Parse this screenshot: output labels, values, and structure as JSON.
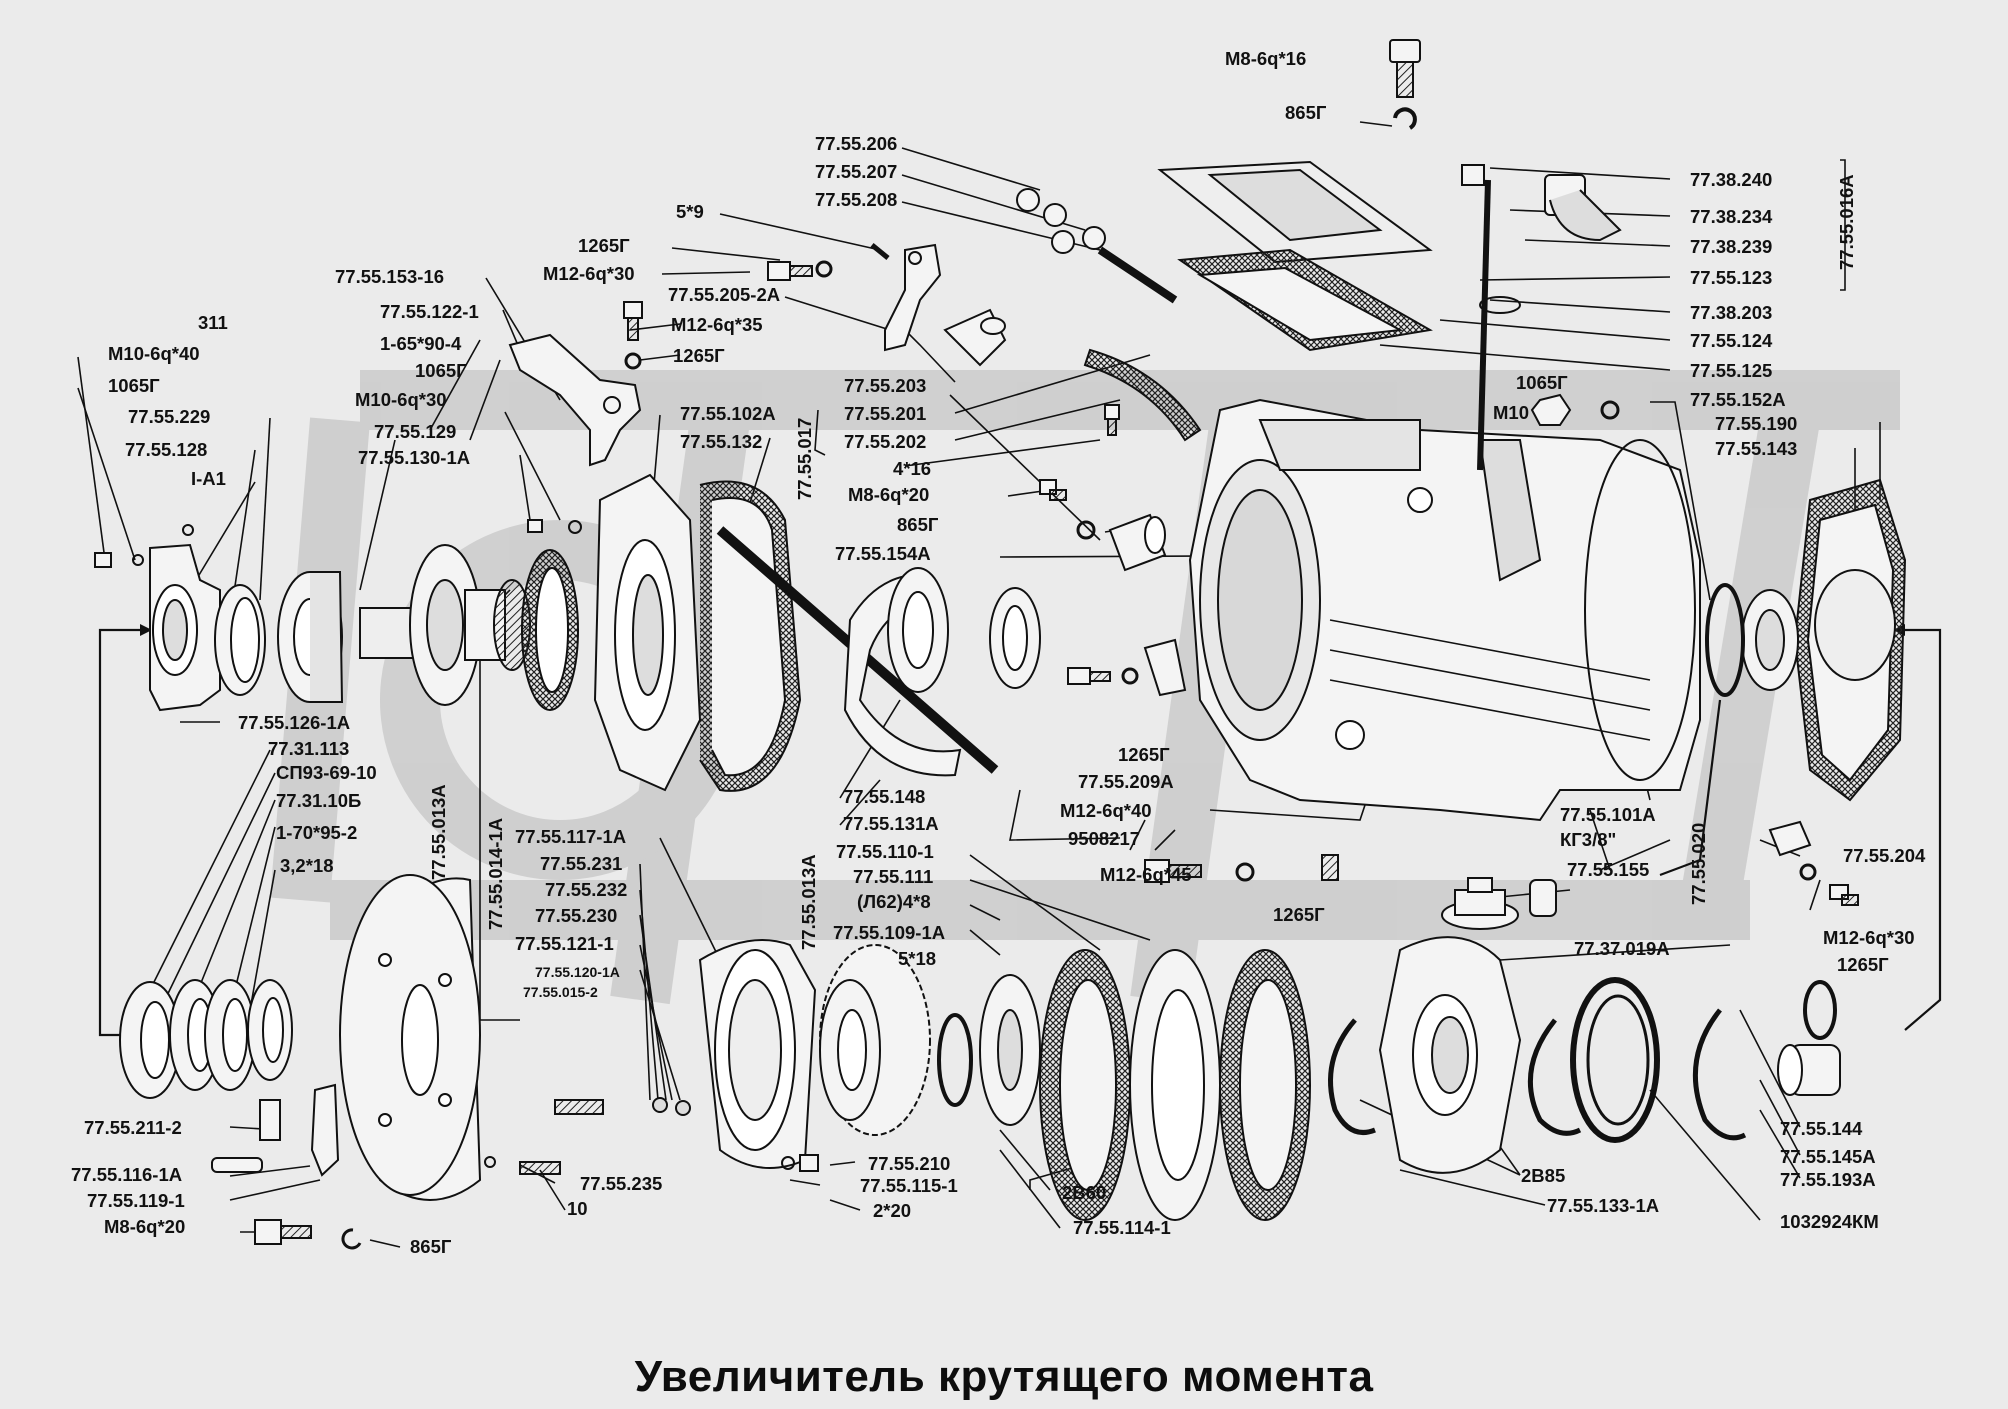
{
  "title": "Увеличитель крутящего момента",
  "labels": {
    "m8_16": "М8-6q*16",
    "p865g_top": "865Г",
    "p206": "77.55.206",
    "p207": "77.55.207",
    "p208": "77.55.208",
    "s5x9": "5*9",
    "p1265g_a": "1265Г",
    "m12_30a": "М12-6q*30",
    "p205_2a": "77.55.205-2А",
    "m12_35": "М12-6q*35",
    "p1265g_b": "1265Г",
    "p203": "77.55.203",
    "p201": "77.55.201",
    "p202": "77.55.202",
    "s4x16": "4*16",
    "m8_20a": "М8-6q*20",
    "p865g_b": "865Г",
    "p154a": "77.55.154А",
    "p153_16": "77.55.153-16",
    "p122_1": "77.55.122-1",
    "n311": "311",
    "m10_40": "М10-6q*40",
    "p1065g_a": "1065Г",
    "p229": "77.55.229",
    "p128": "77.55.128",
    "ia1": "I-А1",
    "s1_65": "1-65*90-4",
    "p1065g_b": "1065Г",
    "m10_30": "М10-6q*30",
    "p129": "77.55.129",
    "p130_1a": "77.55.130-1А",
    "p102a": "77.55.102А",
    "p132": "77.55.132",
    "p017": "77.55.017",
    "p38_240": "77.38.240",
    "p38_234": "77.38.234",
    "p38_239": "77.38.239",
    "p123": "77.55.123",
    "p38_203": "77.38.203",
    "p124": "77.55.124",
    "p125": "77.55.125",
    "p016a": "77.55.016А",
    "p1065g_c": "1065Г",
    "m10": "М10",
    "p152a": "77.55.152А",
    "p190": "77.55.190",
    "p143": "77.55.143",
    "p126_1a": "77.55.126-1А",
    "p31_113": "77.31.113",
    "sp93": "СП93-69-10",
    "p31_10b": "77.31.10Б",
    "s1_70": "1-70*95-2",
    "s3_2": "3,2*18",
    "p013a_a": "77.55.013А",
    "p014_1a": "77.55.014-1А",
    "p117_1a": "77.55.117-1А",
    "p231": "77.55.231",
    "p232": "77.55.232",
    "p230": "77.55.230",
    "p121_1": "77.55.121-1",
    "p120_1a": "77.55.120-1А",
    "p015_2": "77.55.015-2",
    "p148": "77.55.148",
    "p131a": "77.55.131А",
    "p013a_b": "77.55.013А",
    "p110_1": "77.55.110-1",
    "p111": "77.55.111",
    "l62": "(Л62)4*8",
    "p109_1a": "77.55.109-1А",
    "s5x18": "5*18",
    "p1265g_c": "1265Г",
    "p209a": "77.55.209А",
    "m12_40": "М12-6q*40",
    "n9508217": "9508217",
    "m12_45": "М12-6q*45",
    "p1265g_d": "1265Г",
    "p101a": "77.55.101А",
    "kg38": "КГ3/8\"",
    "p155": "77.55.155",
    "p020": "77.55.020",
    "p37_019a": "77.37.019А",
    "p204": "77.55.204",
    "m12_30b": "М12-6q*30",
    "p1265g_e": "1265Г",
    "p211_2": "77.55.211-2",
    "p116_1a": "77.55.116-1А",
    "p119_1": "77.55.119-1",
    "m8_20b": "М8-6q*20",
    "p865g_c": "865Г",
    "p235": "77.55.235",
    "n10": "10",
    "p210": "77.55.210",
    "p115_1": "77.55.115-1",
    "s2x20": "2*20",
    "p2v60": "2В60",
    "p114_1": "77.55.114-1",
    "p2v85": "2В85",
    "p133_1a": "77.55.133-1А",
    "p1032924": "1032924КМ",
    "p144": "77.55.144",
    "p145a": "77.55.145А",
    "p193a": "77.55.193А"
  }
}
